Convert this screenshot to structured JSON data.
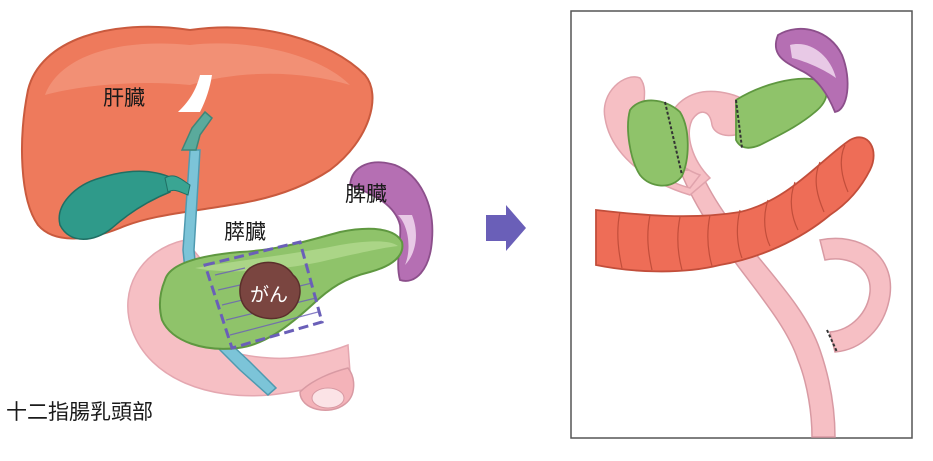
{
  "labels": {
    "liver": "肝臓",
    "spleen": "脾臓",
    "pancreas": "膵臓",
    "cancer": "がん",
    "papilla": "十二指腸乳頭部"
  },
  "colors": {
    "liver": "#ee7a5c",
    "gallbladder": "#2f9a8a",
    "pancreas": "#8fc36a",
    "spleen": "#b56fb3",
    "duodenum": "#f6bfc4",
    "colon": "#ee6d57",
    "bile_duct": "#7cc4d8",
    "cut_line": "#6a5fb8",
    "tumor": "#7a4540",
    "arrow": "#6a5fb8"
  },
  "icons": {
    "transition": "right-arrow-icon"
  }
}
